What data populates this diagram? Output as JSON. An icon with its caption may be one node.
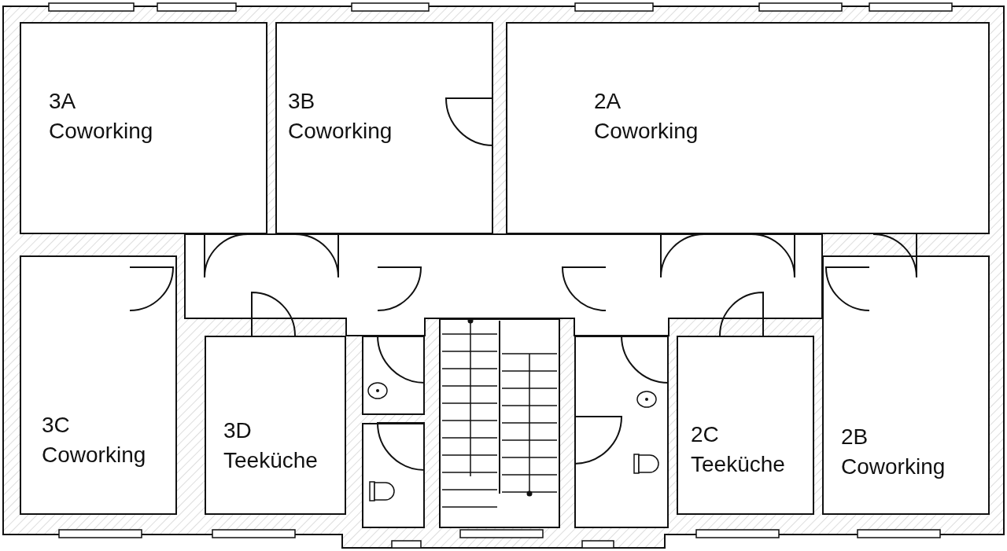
{
  "diagram": {
    "nodes": [
      {
        "text": [
          "3A",
          "Coworking"
        ]
      },
      {
        "text": [
          "3B",
          "Coworking"
        ]
      },
      {
        "text": [
          "2A",
          "Coworking"
        ]
      },
      {
        "text": [
          "3C",
          "Coworking"
        ]
      },
      {
        "text": [
          "3D",
          "Teeküche"
        ]
      },
      {
        "text": [],
        "shape": "box"
      },
      {
        "text": [],
        "shape": "box"
      },
      {
        "text": [],
        "shape": "box"
      },
      {
        "text": [],
        "shape": "box"
      },
      {
        "text": [
          "2C",
          "Teeküche"
        ]
      },
      {
        "text": [
          "2B",
          "Coworking"
        ]
      }
    ],
    "edges": []
  }
}
